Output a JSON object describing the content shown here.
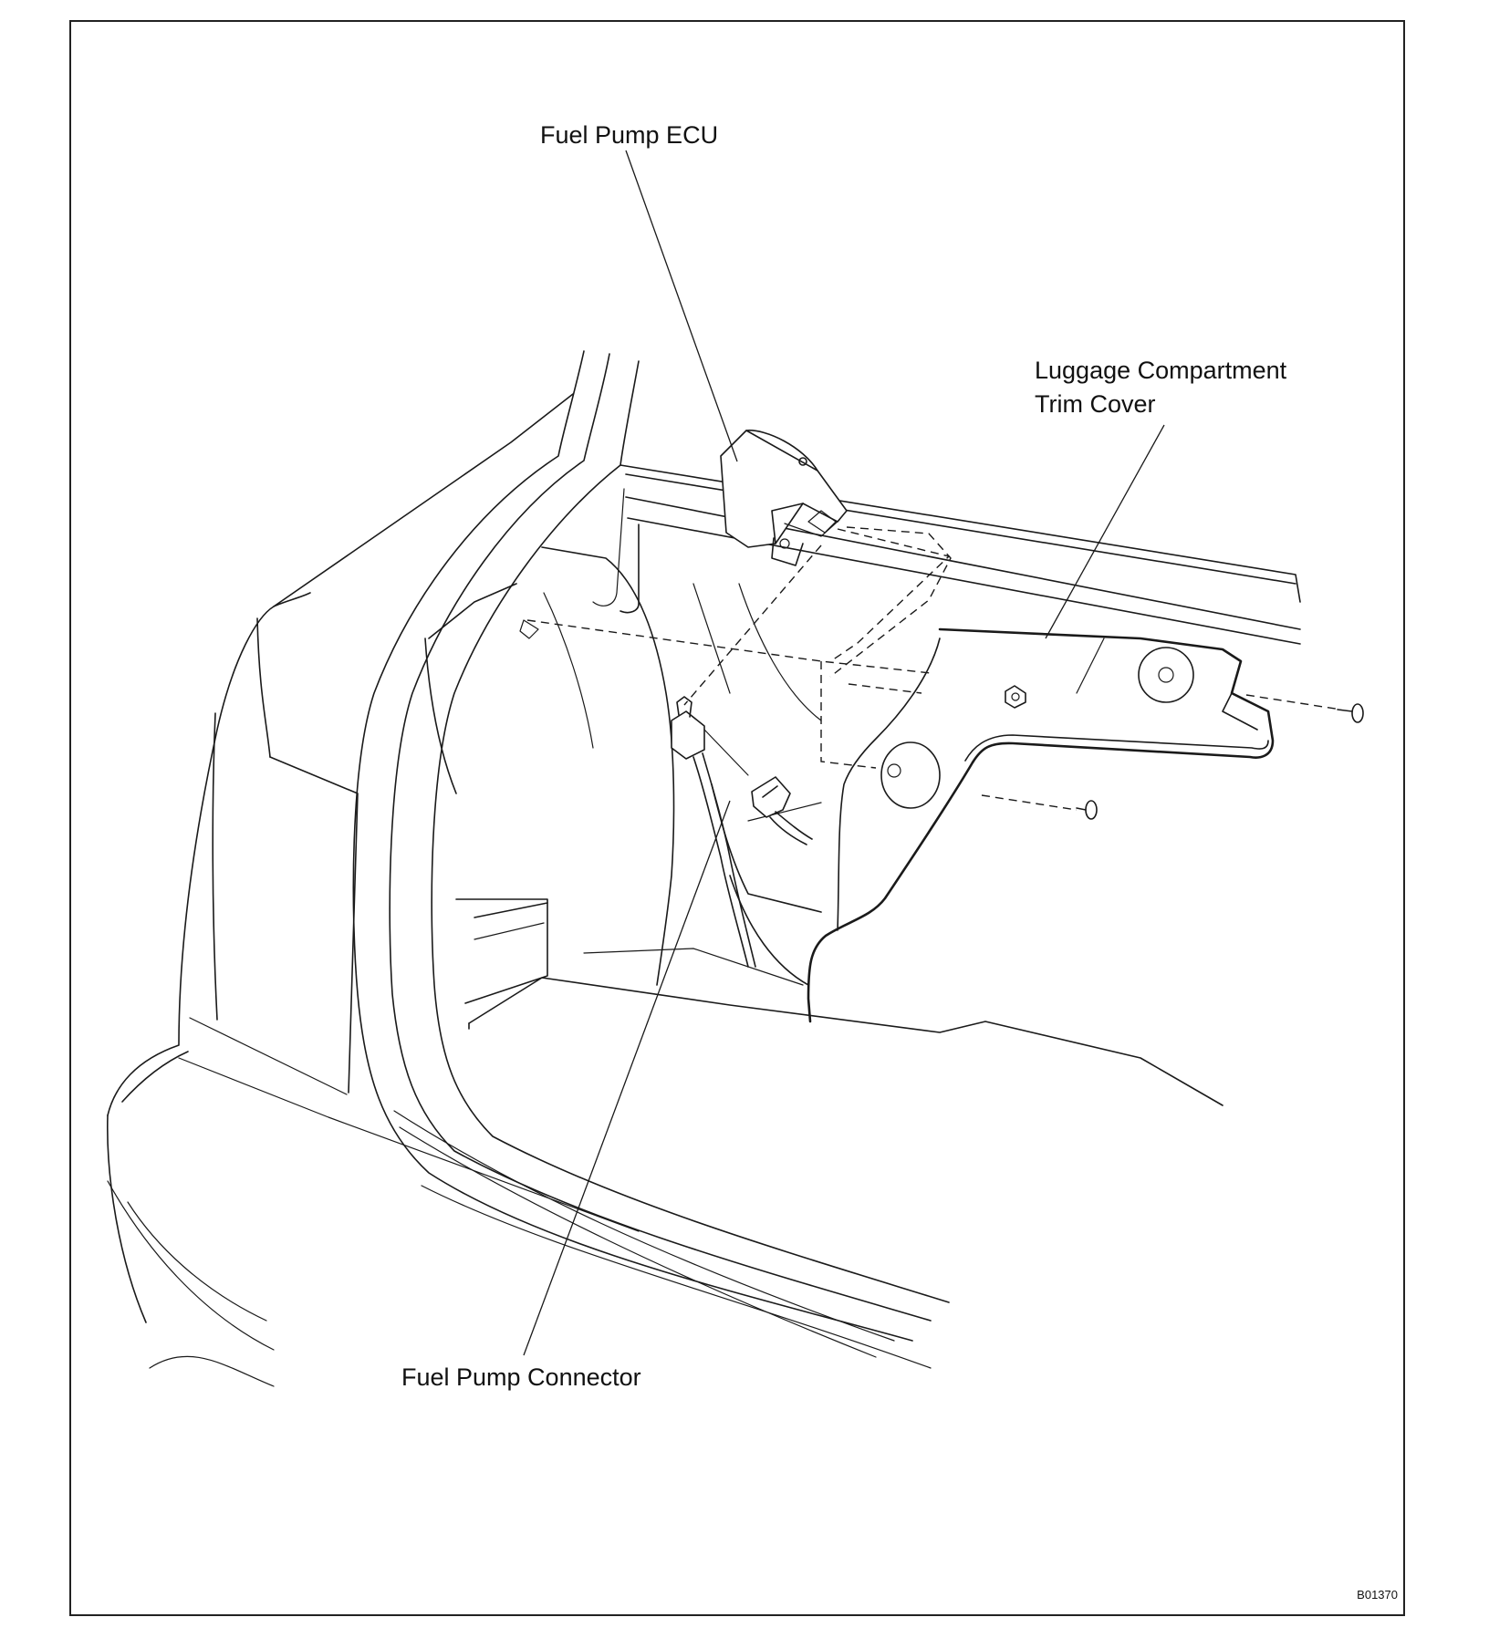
{
  "labels": {
    "fuel_pump_ecu": "Fuel Pump ECU",
    "luggage_trim_line1": "Luggage Compartment",
    "luggage_trim_line2": "Trim Cover",
    "fuel_pump_connector": "Fuel Pump Connector"
  },
  "figure_code": "B01370"
}
